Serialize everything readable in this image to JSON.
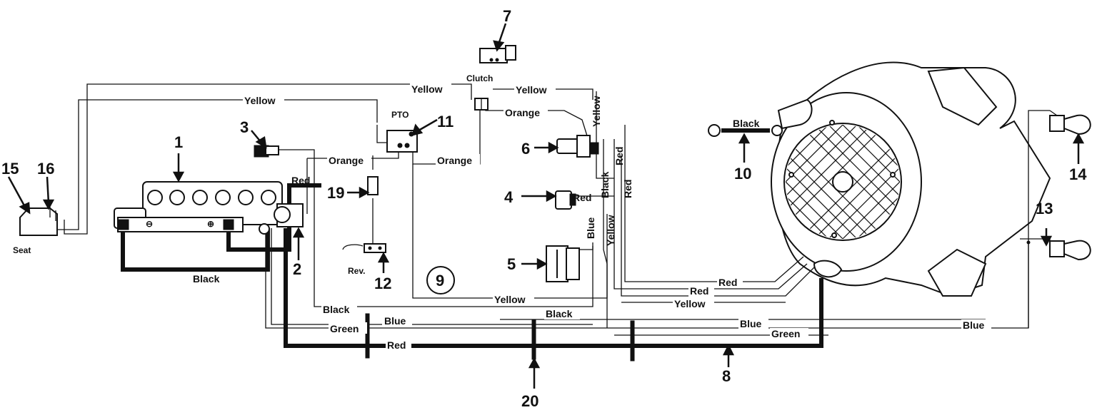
{
  "callouts": {
    "c1": "1",
    "c2": "2",
    "c3": "3",
    "c4": "4",
    "c5": "5",
    "c6": "6",
    "c7": "7",
    "c8": "8",
    "c9": "9",
    "c10": "10",
    "c11": "11",
    "c12": "12",
    "c13": "13",
    "c14": "14",
    "c15": "15",
    "c16": "16",
    "c19": "19",
    "c20": "20"
  },
  "components": {
    "seat": "Seat",
    "clutch": "Clutch",
    "pto": "PTO",
    "reverse": "Rev."
  },
  "wire_labels": {
    "yellow_top": "Yellow",
    "yellow_top_left": "Yellow",
    "yellow_clutch_right": "Yellow",
    "yellow_vertical": "Yellow",
    "orange_clutch": "Orange",
    "orange_left": "Orange",
    "orange_pto": "Orange",
    "red_battery": "Red",
    "red_switch4": "Red",
    "red_vert1": "Red",
    "red_vert2": "Red",
    "black_vert": "Black",
    "blue_vert": "Blue",
    "yellow_vert2": "Yellow",
    "black_battery": "Black",
    "black_cable10": "Black",
    "black_bottom_left": "Black",
    "blue_bottom_left": "Blue",
    "green_bottom_left": "Green",
    "red_main": "Red",
    "yellow_bottom": "Yellow",
    "black_bottom_mid": "Black",
    "red_engine1": "Red",
    "red_engine2": "Red",
    "yellow_engine": "Yellow",
    "blue_bottom_right": "Blue",
    "green_bottom_right": "Green",
    "blue_far_right": "Blue"
  }
}
